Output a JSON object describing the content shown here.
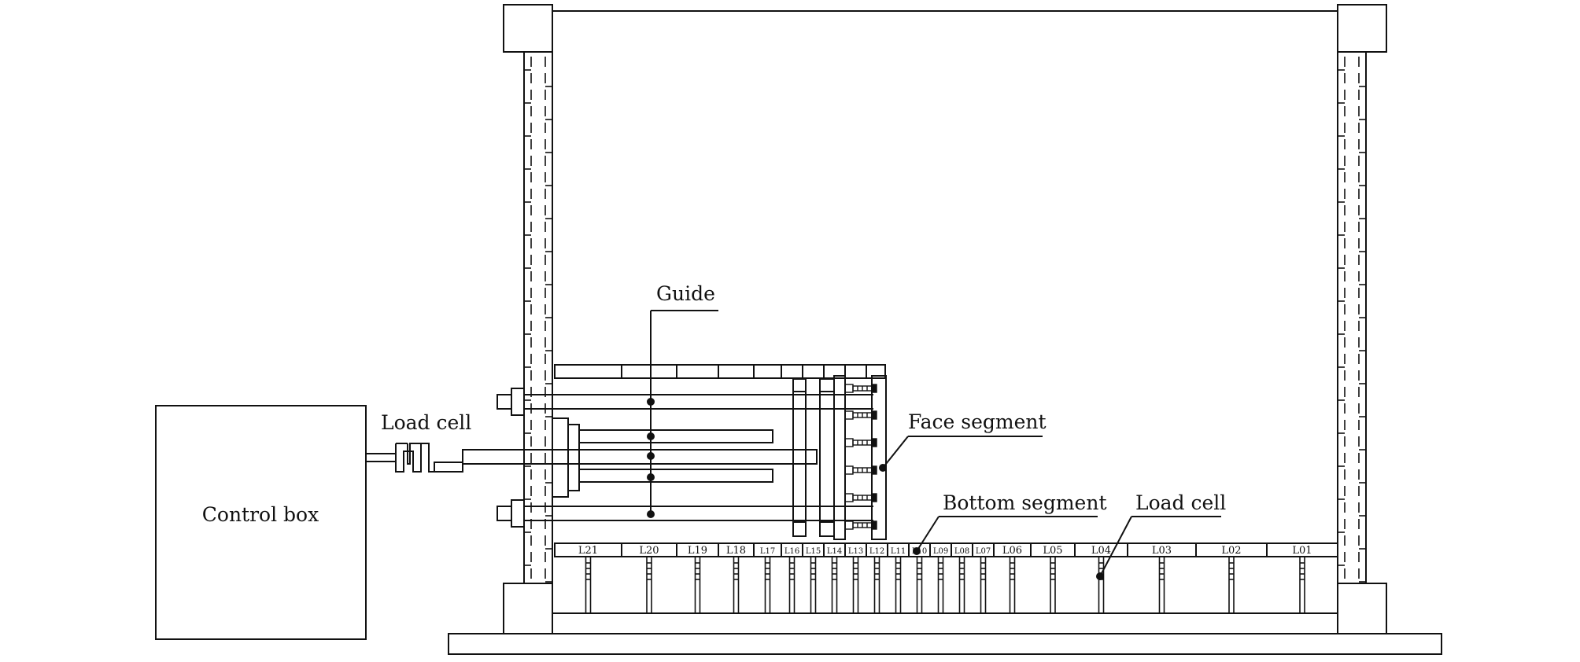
{
  "diagram": {
    "labels": {
      "control_box": "Control box",
      "load_cell_left": "Load cell",
      "guide": "Guide",
      "face_segment": "Face segment",
      "bottom_segment": "Bottom segment",
      "load_cell_right": "Load cell"
    },
    "bottom_cells": [
      "L21",
      "L20",
      "L19",
      "L18",
      "L17",
      "L16",
      "L15",
      "L14",
      "L13",
      "L12",
      "L11",
      "L10",
      "L09",
      "L08",
      "L07",
      "L06",
      "L05",
      "L04",
      "L03",
      "L02",
      "L01"
    ],
    "colors": {
      "stroke": "#111111",
      "background": "#ffffff"
    }
  }
}
